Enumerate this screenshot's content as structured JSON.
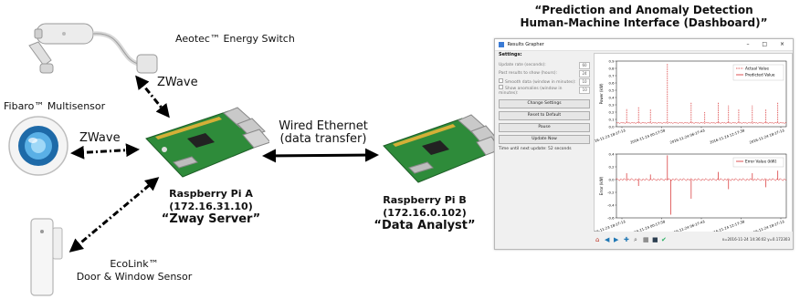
{
  "title_line1": "“Prediction and Anomaly Detection",
  "title_line2": "Human-Machine Interface (Dashboard)”",
  "labels": {
    "energy_switch": "Aeotec™ Energy Switch",
    "multisensor": "Fibaro™ Multisensor",
    "door_sensor_line1": "EcoLink™",
    "door_sensor_line2": "Door & Window Sensor",
    "zwave_top": "ZWave",
    "zwave_left": "ZWave",
    "wired_line1": "Wired Ethernet",
    "wired_line2": "(data transfer)",
    "pi_a_name": "Raspberry Pi A",
    "pi_a_ip": "(172.16.31.10)",
    "pi_a_role": "“Zway Server”",
    "pi_b_name": "Raspberry Pi B",
    "pi_b_ip": "(172.16.0.102)",
    "pi_b_role": "“Data Analyst”"
  },
  "dashboard": {
    "window_title": "Results Grapher",
    "window_buttons": "– □ ×",
    "settings_heading": "Settings:",
    "rows": [
      {
        "label": "Update rate (seconds):",
        "value": "60"
      },
      {
        "label": "Past results to show (hours):",
        "value": "24"
      },
      {
        "label": "Smooth data (window in minutes):",
        "value": "10"
      },
      {
        "label": "Show anomalies (window in minutes):",
        "value": "10"
      }
    ],
    "buttons": [
      "Change Settings",
      "Reset to Default",
      "Pause",
      "Update Now"
    ],
    "update_text": "Time until next update: 52 seconds",
    "coord_text": "x=2016-11-24 14:36:02 y=0.172303"
  },
  "chart_data": [
    {
      "type": "line",
      "ylabel": "Power (kW)",
      "ylim": [
        0,
        0.9
      ],
      "yticks": [
        "0.0",
        "0.1",
        "0.2",
        "0.3",
        "0.4",
        "0.5",
        "0.6",
        "0.7",
        "0.8",
        "0.9"
      ],
      "xticks": [
        "2016-11-23 18:17:13",
        "2016-11-24 00:17:58",
        "2016-11-24 06:17:43",
        "2016-11-24 12:17:38",
        "2016-11-24 18:17:13"
      ],
      "series": [
        {
          "name": "Actual Value",
          "color": "#d62728",
          "style": "dashed"
        },
        {
          "name": "Predicted Value",
          "color": "#d62728",
          "style": "solid"
        }
      ],
      "spikes": [
        {
          "t": 0.06,
          "v": 0.25
        },
        {
          "t": 0.13,
          "v": 0.27
        },
        {
          "t": 0.2,
          "v": 0.24
        },
        {
          "t": 0.3,
          "v": 0.87
        },
        {
          "t": 0.44,
          "v": 0.33
        },
        {
          "t": 0.52,
          "v": 0.2
        },
        {
          "t": 0.6,
          "v": 0.33
        },
        {
          "t": 0.66,
          "v": 0.29
        },
        {
          "t": 0.72,
          "v": 0.24
        },
        {
          "t": 0.8,
          "v": 0.29
        },
        {
          "t": 0.88,
          "v": 0.24
        },
        {
          "t": 0.95,
          "v": 0.34
        }
      ],
      "baseline": 0.06
    },
    {
      "type": "line",
      "ylabel": "Error (kW)",
      "ylim": [
        -0.6,
        0.4
      ],
      "yticks": [
        "-0.6",
        "-0.4",
        "-0.2",
        "0.0",
        "0.2",
        "0.4"
      ],
      "xticks": [
        "2016-11-23 18:17:13",
        "2016-11-24 00:17:58",
        "2016-11-24 06:17:43",
        "2016-11-24 12:17:38",
        "2016-11-24 18:17:13"
      ],
      "series": [
        {
          "name": "Error Value (kW)",
          "color": "#d62728",
          "style": "solid"
        }
      ],
      "spikes": [
        {
          "t": 0.06,
          "v": 0.1
        },
        {
          "t": 0.13,
          "v": -0.1
        },
        {
          "t": 0.2,
          "v": 0.08
        },
        {
          "t": 0.3,
          "v": 0.38
        },
        {
          "t": 0.32,
          "v": -0.55
        },
        {
          "t": 0.44,
          "v": -0.3
        },
        {
          "t": 0.6,
          "v": 0.12
        },
        {
          "t": 0.66,
          "v": -0.15
        },
        {
          "t": 0.8,
          "v": 0.1
        },
        {
          "t": 0.88,
          "v": -0.12
        },
        {
          "t": 0.95,
          "v": 0.14
        }
      ],
      "baseline": 0.0
    }
  ]
}
